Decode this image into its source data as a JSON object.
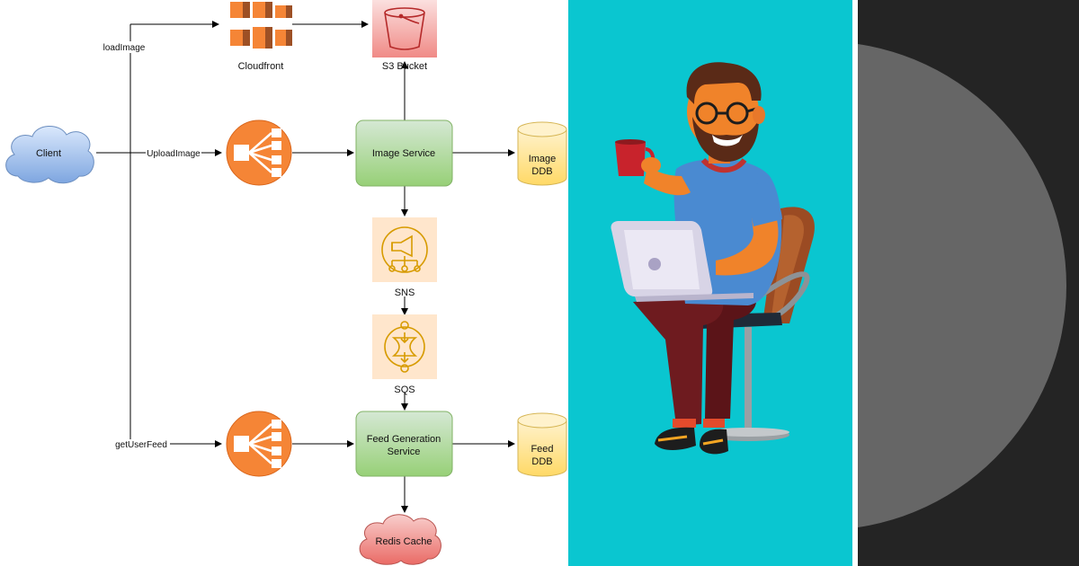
{
  "diagram": {
    "nodes": {
      "client": "Client",
      "cloudfront": "Cloudfront",
      "s3": "S3 Bucket",
      "image_service": "Image Service",
      "image_ddb_line1": "Image",
      "image_ddb_line2": "DDB",
      "sns": "SNS",
      "sqs": "SQS",
      "feed_service_line1": "Feed Generation",
      "feed_service_line2": "Service",
      "feed_ddb_line1": "Feed",
      "feed_ddb_line2": "DDB",
      "redis": "Redis Cache"
    },
    "edges": {
      "load_image": "loadImage",
      "upload_image": "UploadImage",
      "get_user_feed": "getUserFeed"
    }
  },
  "colors": {
    "aws_orange": "#f58536",
    "service_green": "#b9e0a5",
    "ddb_yellow": "#fff2a1",
    "s3_red": "#f19c99",
    "queue_peach": "#ffe6cc",
    "illustration_bg": "#0ac6d0",
    "dark_bg": "#242424",
    "arc_gray": "#666666"
  },
  "icons": [
    "cloud-icon",
    "cloudfront-icon",
    "bucket-icon",
    "load-balancer-icon",
    "database-icon",
    "sns-icon",
    "sqs-icon",
    "person-with-laptop-illustration"
  ]
}
